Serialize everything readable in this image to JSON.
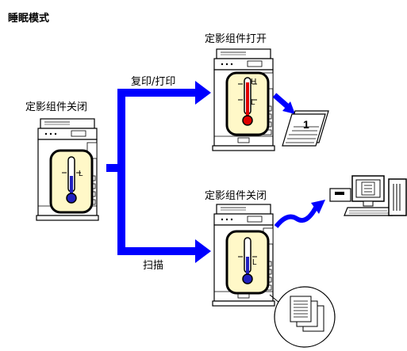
{
  "title": "睡眠模式",
  "labels": {
    "left_state": "定影组件关闭",
    "top_state": "定影组件打开",
    "bottom_state": "定影组件关闭",
    "copy_print": "复印/打印",
    "scan": "扫描"
  },
  "thermo_marks": {
    "high": "H",
    "low": "L"
  },
  "page_mark": "1",
  "colors": {
    "arrow": "#0000ff",
    "hot": "#e00000",
    "cold": "#2020c0",
    "thermo_bg": "#fff8c8",
    "outline": "#000000"
  }
}
